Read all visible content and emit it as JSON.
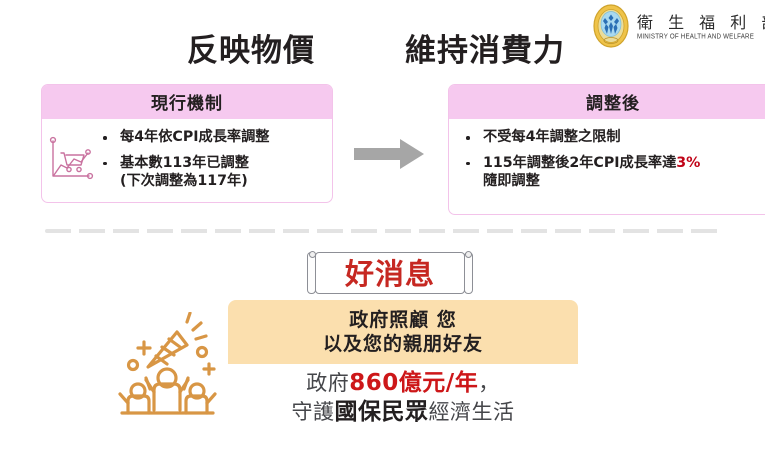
{
  "logo": {
    "name_cn": "衛 生 福 利 部",
    "name_en": "MINISTRY OF HEALTH AND WELFARE",
    "emblem_icon": "ministry-emblem-icon",
    "colors": {
      "ring": "#e8b63a",
      "center": "#a8d8ef",
      "figure": "#2a6fb5"
    }
  },
  "headings": {
    "left": "反映物價",
    "right": "維持消費力"
  },
  "panels": [
    {
      "id": "current-mechanism",
      "title": "現行機制",
      "icon": "shopping-cart-chart-icon",
      "icon_color": "#c9729f",
      "bullets": [
        {
          "text": "每4年依CPI成長率調整",
          "sub": ""
        },
        {
          "text": "基本數113年已調整",
          "sub": "(下次調整為117年)"
        }
      ]
    },
    {
      "id": "after-adjustment",
      "title": "調整後",
      "icon": "",
      "bullets": [
        {
          "text": "不受每4年調整之限制",
          "sub": ""
        },
        {
          "text": "115年調整後2年CPI成長率達",
          "highlight": "3%",
          "sub": "隨即調整"
        }
      ]
    }
  ],
  "arrow": {
    "icon": "right-arrow-icon",
    "color": "#a6a6a6"
  },
  "divider": {
    "style": "dashed",
    "color": "#e3e3e3"
  },
  "banner": {
    "text": "好消息",
    "icon": "scroll-banner-icon",
    "text_color": "#c62822"
  },
  "news_card": {
    "top_lines": [
      "政府照顧  您",
      "以及您的親朋好友"
    ],
    "bottom_line_1": {
      "prefix": "政府",
      "amount": "860億元/年",
      "suffix": "，"
    },
    "bottom_line_2": {
      "prefix": "守護",
      "emphasis": "國保民眾",
      "suffix": "經濟生活"
    },
    "band_color": "#fbdfae",
    "amount_color": "#cd1719"
  },
  "celebrate": {
    "icon": "celebration-people-confetti-icon",
    "color": "#d89645"
  },
  "theme": {
    "panel_header": "#f6c9ef",
    "panel_border": "#f3c3ea",
    "accent_red": "#c00418",
    "text_dark": "#231f20"
  }
}
